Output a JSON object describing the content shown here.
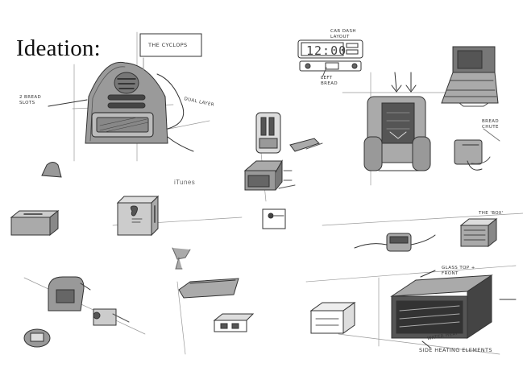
{
  "page": {
    "title": "Ideation:",
    "colors": {
      "ink": "#333333",
      "shade": "#8a8a8a",
      "dark": "#555555",
      "paper": "#ffffff"
    }
  },
  "notes": {
    "cyclops_label": "THE CYCLOPS",
    "bread_slots": "2 BREAD SLOTS",
    "dual_layer": "DUAL LAYER",
    "car_dash": "CAR DASH LAYOUT",
    "clock_display": "12:00",
    "left_bread": "LEFT BREAD",
    "bread_chute": "BREAD CHUTE",
    "itunes": "iTunes",
    "the_box": "THE 'BOX'",
    "glass_top": "GLASS TOP + FRONT",
    "side_heating": "SIDE HEATING ELEMENTS",
    "water_heat": "WATER HEAT"
  }
}
